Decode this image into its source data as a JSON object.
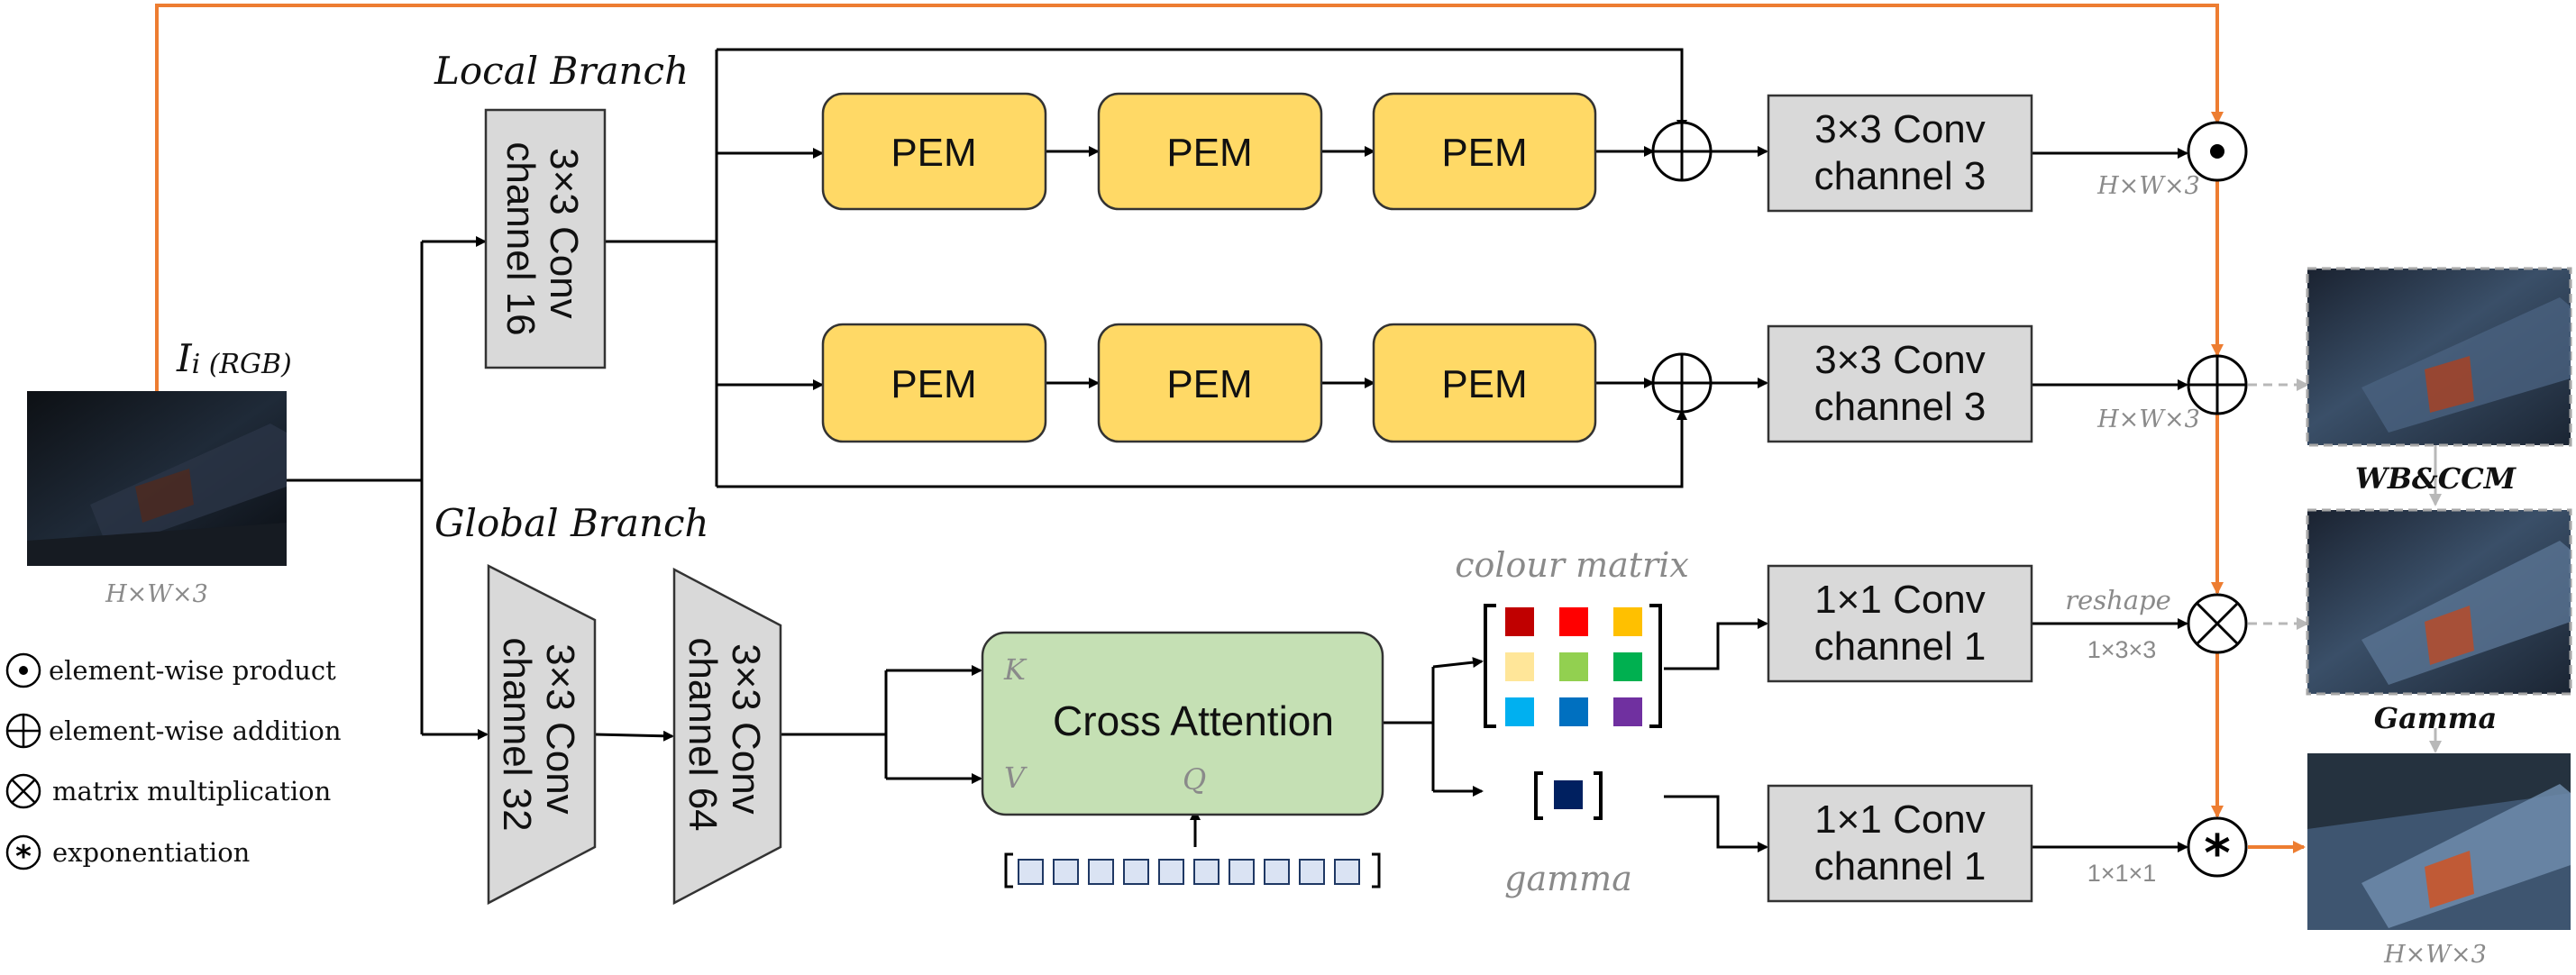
{
  "input": {
    "label_main": "I",
    "label_sub": "i (RGB)",
    "dims": "H×W×3"
  },
  "branches": {
    "local": "Local Branch",
    "global": "Global Branch"
  },
  "local_conv": {
    "line1": "3×3 Conv",
    "line2": "channel 16"
  },
  "pem": {
    "label": "PEM"
  },
  "conv3_top": {
    "line1": "3×3 Conv",
    "line2": "channel 3"
  },
  "conv3_bottom": {
    "line1": "3×3 Conv",
    "line2": "channel 3"
  },
  "dims_top": "H×W×3",
  "dims_mid": "H×W×3",
  "global_conv1": {
    "line1": "3×3 Conv",
    "line2": "channel 32"
  },
  "global_conv2": {
    "line1": "3×3 Conv",
    "line2": "channel 64"
  },
  "cross_attention": {
    "title": "Cross Attention",
    "k": "K",
    "v": "V",
    "q": "Q"
  },
  "colour_matrix": {
    "label": "colour matrix",
    "colors": [
      "#c00000",
      "#ff0000",
      "#ffc000",
      "#ffe699",
      "#92d050",
      "#00b050",
      "#00b0f0",
      "#0070c0",
      "#7030a0"
    ]
  },
  "gamma_token": {
    "label": "gamma",
    "color": "#002060"
  },
  "conv1_top": {
    "line1": "1×1 Conv",
    "line2": "channel 1"
  },
  "conv1_bottom": {
    "line1": "1×1 Conv",
    "line2": "channel 1"
  },
  "reshape": {
    "label": "reshape",
    "dims": "1×3×3"
  },
  "dims_gamma": "1×1×1",
  "outputs": {
    "wb_label": "WB&CCM",
    "gamma_label": "Gamma",
    "final_dims": "H×W×3"
  },
  "legend": [
    {
      "symbol": "dot-product-icon",
      "text": "element-wise product"
    },
    {
      "symbol": "plus-icon",
      "text": "element-wise addition"
    },
    {
      "symbol": "cross-icon",
      "text": "matrix multiplication"
    },
    {
      "symbol": "asterisk-icon",
      "text": "exponentiation"
    }
  ],
  "colors": {
    "orange": "#ed7d31",
    "pem_fill": "#ffd966",
    "ca_fill": "#c5e0b4",
    "conv_fill": "#d9d9d9",
    "token_fill": "#dae3f3"
  }
}
